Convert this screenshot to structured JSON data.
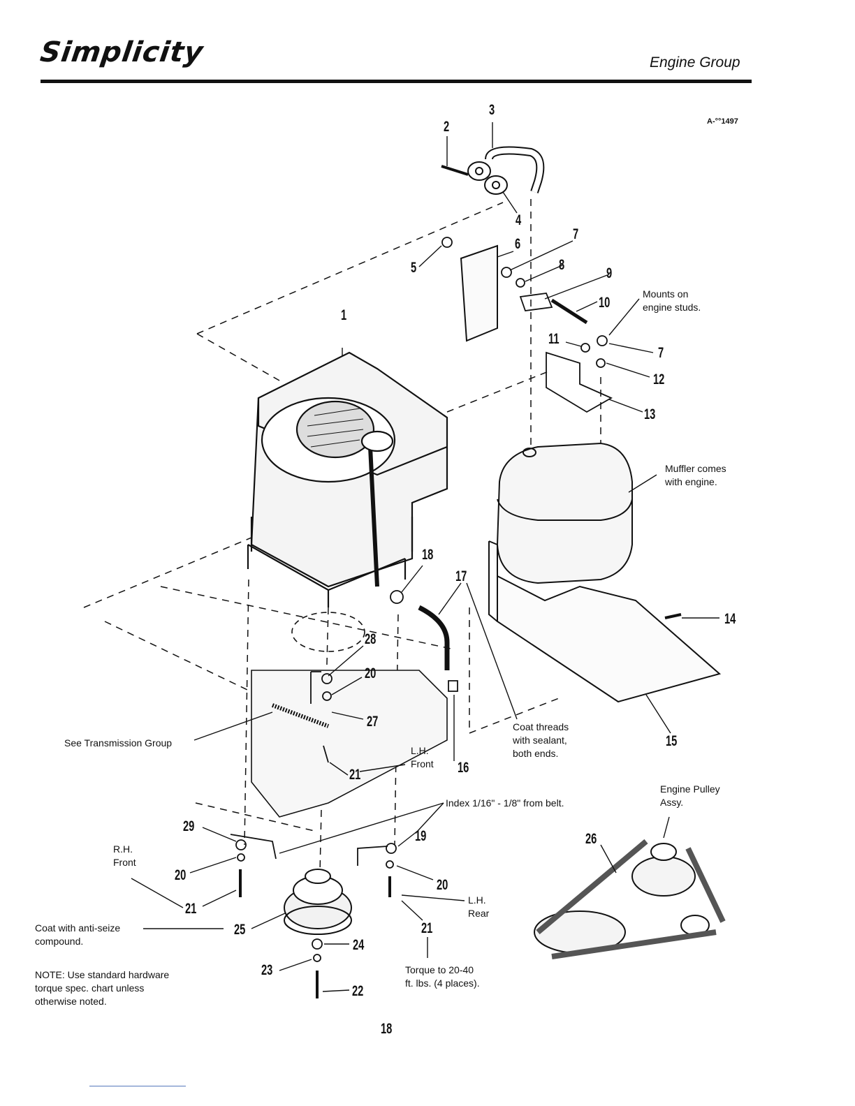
{
  "header": {
    "brand": "Simplicity",
    "section": "Engine Group"
  },
  "figure_id": "A-°°1497",
  "part_numbers": {
    "p1": "1",
    "p2": "2",
    "p3": "3",
    "p4": "4",
    "p5": "5",
    "p6": "6",
    "p7a": "7",
    "p7b": "7",
    "p8": "8",
    "p9": "9",
    "p10": "10",
    "p11": "11",
    "p12": "12",
    "p13": "13",
    "p14": "14",
    "p15": "15",
    "p16": "16",
    "p17": "17",
    "p18": "18",
    "p19": "19",
    "p20a": "20",
    "p20b": "20",
    "p20c": "20",
    "p21a": "21",
    "p21b": "21",
    "p21c": "21",
    "p22": "22",
    "p23": "23",
    "p24": "24",
    "p25": "25",
    "p26": "26",
    "p27": "27",
    "p28": "28",
    "p29": "29"
  },
  "callouts": {
    "mounts": "Mounts on\nengine studs.",
    "muffler": "Muffler comes\nwith engine.",
    "coat_threads": "Coat threads\nwith sealant,\nboth ends.",
    "lh_front": "L.H.\nFront",
    "see_transmission": "See Transmission Group",
    "index": "Index 1/16\" - 1/8\" from belt.",
    "engine_pulley": "Engine Pulley\nAssy.",
    "rh_front": "R.H.\nFront",
    "lh_rear": "L.H.\nRear",
    "anti_seize": "Coat with anti-seize\ncompound.",
    "torque": "Torque to 20-40\nft. lbs. (4 places).",
    "note": "NOTE: Use standard hardware\ntorque spec. chart unless\notherwise noted."
  },
  "page_number": "18"
}
